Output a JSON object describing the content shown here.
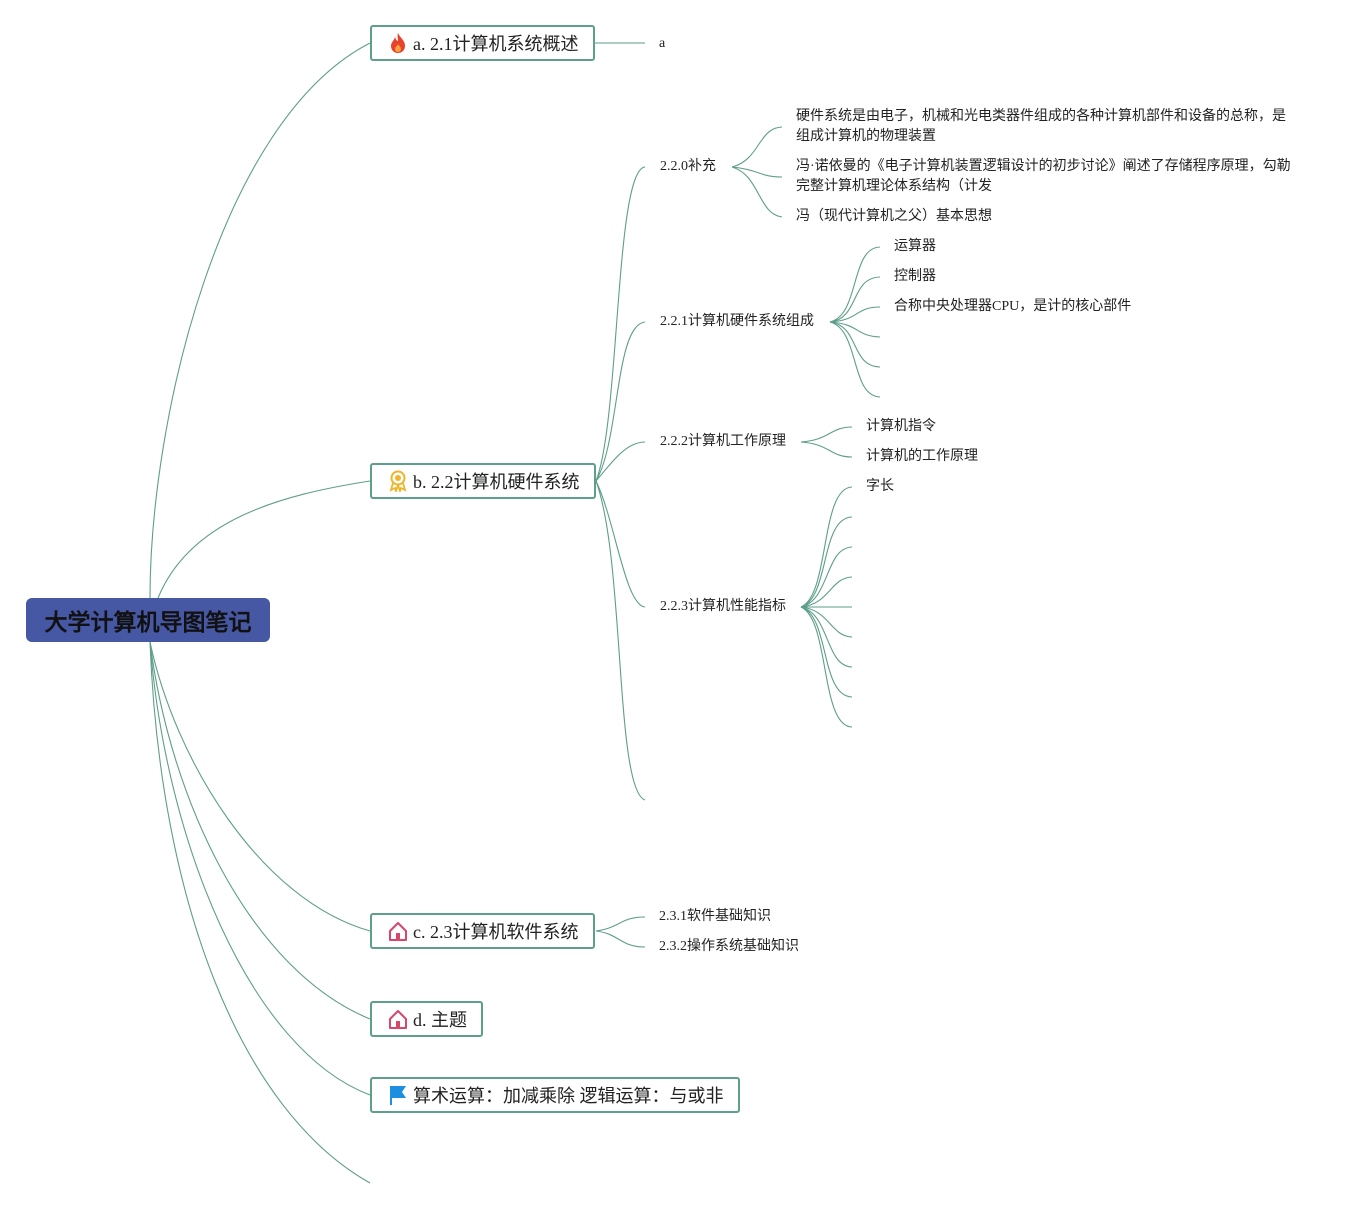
{
  "root": {
    "label": "大学计算机导图笔记"
  },
  "topics": {
    "a": {
      "label": "a. 2.1计算机系统概述",
      "icon": "fire-icon"
    },
    "b": {
      "label": "b. 2.2计算机硬件系统",
      "icon": "medal-icon"
    },
    "c": {
      "label": "c. 2.3计算机软件系统",
      "icon": "home-icon"
    },
    "d": {
      "label": "d. 主题",
      "icon": "home-icon"
    },
    "e": {
      "label": "算术运算：加减乘除 逻辑运算：与或非",
      "icon": "flag-icon"
    }
  },
  "a_children": [
    "a"
  ],
  "b_children": {
    "s0": {
      "label": "2.2.0补充",
      "items": [
        "硬件系统是由电子，机械和光电类器件组成的各种计算机部件和设备的总称，是组成计算机的物理装置",
        "冯·诺依曼的《电子计算机装置逻辑设计的初步讨论》阐述了存储程序原理，勾勒完整计算机理论体系结构（计发",
        "冯（现代计算机之父）基本思想"
      ]
    },
    "s1": {
      "label": "2.2.1计算机硬件系统组成",
      "items": [
        "运算器",
        "控制器",
        "合称中央处理器CPU，是计的核心部件"
      ]
    },
    "s2": {
      "label": "2.2.2计算机工作原理",
      "items": [
        "计算机指令",
        "计算机的工作原理"
      ]
    },
    "s3": {
      "label": "2.2.3计算机性能指标",
      "items": [
        "字长"
      ]
    }
  },
  "c_children": [
    "2.3.1软件基础知识",
    "2.3.2操作系统基础知识"
  ],
  "colors": {
    "root": "#4657a4",
    "line": "#5e9e8a",
    "fire": "#e8412c",
    "medal": "#f0b429",
    "home": "#d9466b",
    "flag": "#1e8fe0"
  }
}
